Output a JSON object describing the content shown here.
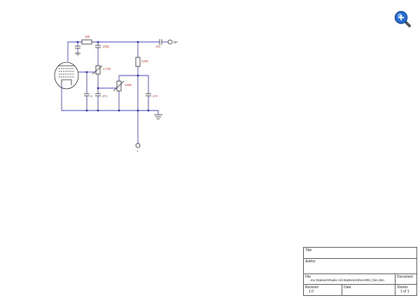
{
  "schematic": {
    "components": {
      "r_top": "33k",
      "c_top": "100p",
      "r_plate": "220k",
      "c_coupling": "10n",
      "out_label": "NF",
      "pot1": "4.70k",
      "pot2": "100k",
      "c_left": "1",
      "c_mid": "47n",
      "c_right": "47n",
      "bottom_pin": "+"
    }
  },
  "title_block": {
    "title_label": "Title",
    "author_label": "Author",
    "file_label": "File",
    "file_value": "..me Dateien\\Radio mit Batterieröhren\\RK_fein.dsn",
    "document_label": "Document",
    "revision_label": "Revision",
    "revision_value": "1.0",
    "date_label": "Date",
    "sheets_label": "Sheets",
    "sheets_value": "1 of 1"
  },
  "toolbar": {
    "zoom_icon": "zoom-in-icon"
  },
  "colors": {
    "wire": "#3b3bbf",
    "label": "#c0392b",
    "zoom_blue": "#2a6fd6"
  }
}
